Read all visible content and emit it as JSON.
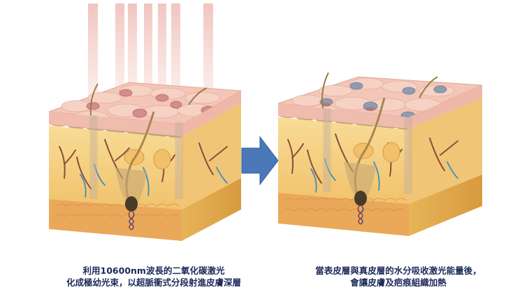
{
  "captions": {
    "left": {
      "line1": "利用10600nm波長的二氧化碳激光",
      "line2": "化成極幼光束，以超脈衝式分段射進皮膚深層"
    },
    "right": {
      "line1": "當表皮層與真皮層的水分吸收激光能量後，",
      "line2": "會讓皮膚及疤痕組織加熱"
    }
  },
  "colors": {
    "epidermis": "#f3c6b7",
    "dermis": "#f6d58c",
    "fat": "#eaa85a",
    "laser": "#e89a8c",
    "arrow": "#4a78b8",
    "caption": "#1c2a5a"
  },
  "icons": {
    "arrow": "right-arrow-icon"
  }
}
